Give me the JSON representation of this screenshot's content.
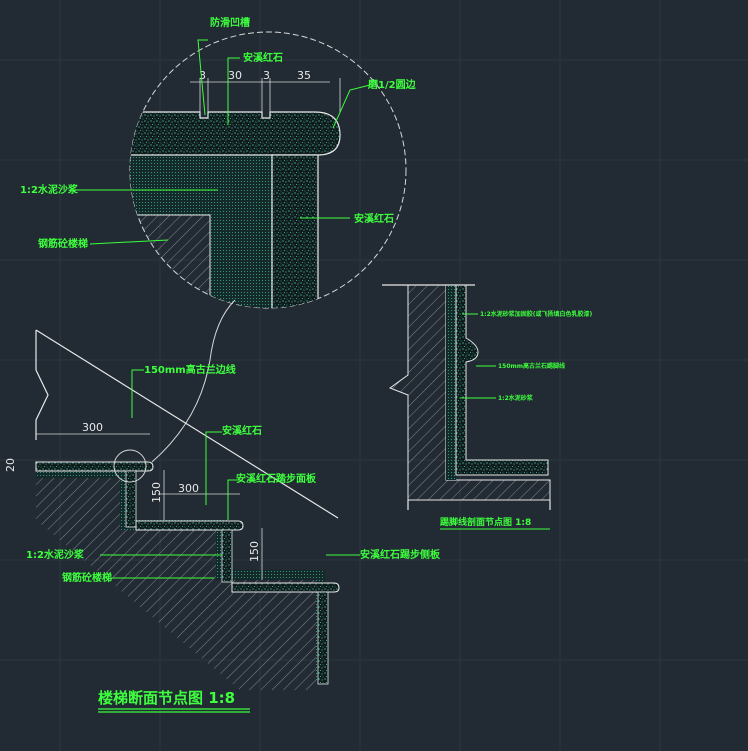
{
  "drawing": {
    "main_title": "楼梯断面节点图 1:8",
    "side_title": "踢脚线剖面节点图 1:8"
  },
  "detail": {
    "anti_slip_groove": "防滑凹槽",
    "anxi_stone_top": "安溪红石",
    "edge_round": "磨1/2圆边",
    "mortar": "1:2水泥沙浆",
    "stone_right": "安溪红石",
    "rc_stair": "钢筋砼楼梯",
    "dims": [
      "3",
      "30",
      "3",
      "35"
    ]
  },
  "stair": {
    "baseboard_line": "150mm高古兰边线",
    "stone": "安溪红石",
    "tread": "安溪红石踏步面板",
    "riser": "安溪红石踢步侧板",
    "mortar": "1:2水泥沙浆",
    "rc_stair": "钢筋砼楼梯",
    "dims": {
      "tread_width": "300",
      "tread_width_2": "300",
      "riser_height": "150",
      "riser_height_2": "150",
      "thickness": "20"
    }
  },
  "baseboard": {
    "label_1": "1:2水泥砂浆加固胶(或飞扬填白色乳胶漆)",
    "label_2": "150mm高古兰石踢脚线",
    "label_3": "1:2水泥砂浆"
  },
  "colors": {
    "background": "#222a33",
    "annotation": "#3dff3d",
    "line": "#e8e8e8",
    "stone_fill": "#3aa89a"
  }
}
